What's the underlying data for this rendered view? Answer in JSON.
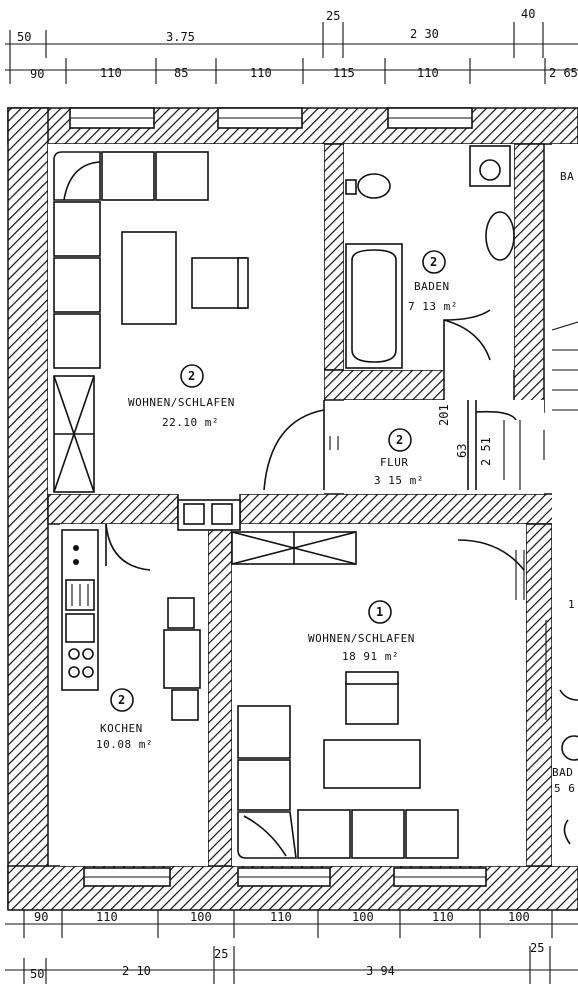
{
  "dimensions": {
    "top_row1": [
      "50",
      "3.75",
      "25",
      "2 30",
      "40"
    ],
    "top_row2": [
      "90",
      "110",
      "85",
      "110",
      "115",
      "110",
      "2 65"
    ],
    "bottom_row1": [
      "90",
      "110",
      "100",
      "110",
      "100",
      "110",
      "100"
    ],
    "bottom_row2": [
      "50",
      "2 10",
      "25",
      "3 94",
      "25"
    ],
    "vertical": [
      "201",
      "63",
      "2 51"
    ]
  },
  "rooms": {
    "wohnen_schlafen_2": {
      "number": "2",
      "name": "WOHNEN/SCHLAFEN",
      "area": "22.10 m²"
    },
    "baden_2": {
      "number": "2",
      "name": "BADEN",
      "area": "7 13 m²"
    },
    "flur_2": {
      "number": "2",
      "name": "FLUR",
      "area": "3 15 m²"
    },
    "wohnen_schlafen_1": {
      "number": "1",
      "name": "WOHNEN/SCHLAFEN",
      "area": "18 91 m²"
    },
    "kochen_2": {
      "number": "2",
      "name": "KOCHEN",
      "area": "10.08 m²"
    },
    "edge_right_top": "BA",
    "edge_right_mid": "1",
    "edge_right_bottom_name": "BAD",
    "edge_right_bottom_area": "5 6"
  }
}
